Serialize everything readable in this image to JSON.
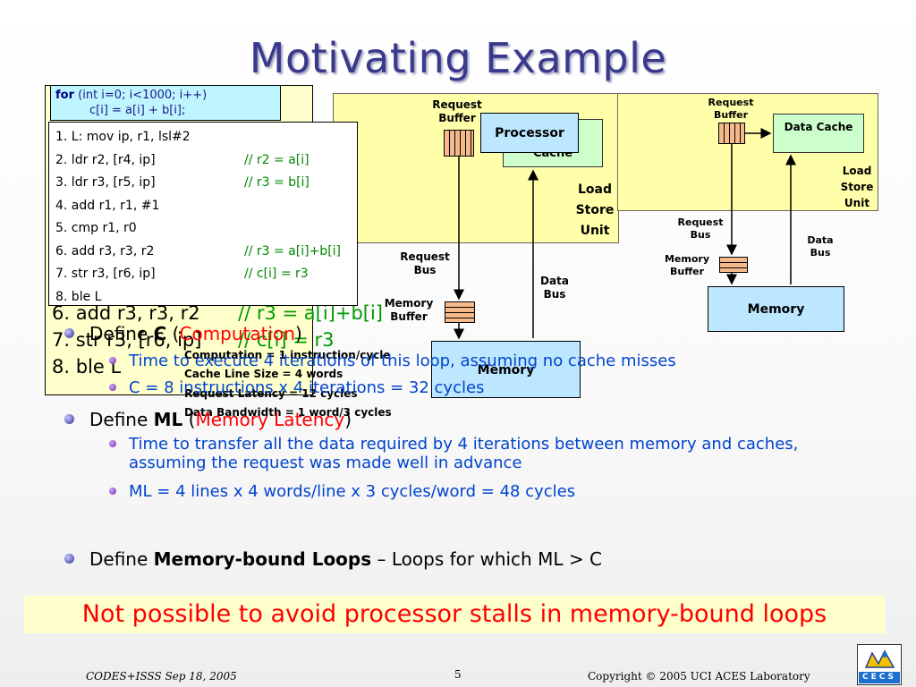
{
  "slide": {
    "title": "Motivating Example"
  },
  "code": {
    "for_kw": "for",
    "for_rest": "(int i=0; i<1000; i++)",
    "body": "c[i] = a[i] + b[i];"
  },
  "assembly": [
    {
      "instr": "1. L: mov ip, r1, lsl#2",
      "comment": ""
    },
    {
      "instr": "2. ldr r2, [r4, ip]",
      "comment": "// r2 = a[i]"
    },
    {
      "instr": "3. ldr r3, [r5, ip]",
      "comment": "// r3 = b[i]"
    },
    {
      "instr": "4. add r1, r1, #1",
      "comment": ""
    },
    {
      "instr": "5. cmp r1, r0",
      "comment": ""
    },
    {
      "instr": "6. add r3, r3, r2",
      "comment": "// r3 = a[i]+b[i]"
    },
    {
      "instr": "7. str r3, [r6, ip]",
      "comment": "// c[i] = r3"
    },
    {
      "instr": "8. ble L",
      "comment": ""
    }
  ],
  "ghost_code": [
    {
      "instr": "6. add r3, r3, r2",
      "comment": "// r3 = a[i]+b[i]"
    },
    {
      "instr": "7. str r3, [r6, ip]",
      "comment": "// c[i] = r3"
    },
    {
      "instr": "8. ble L",
      "comment": ""
    }
  ],
  "diagram1": {
    "request_buffer": "Request Buffer",
    "processor": "Processor",
    "cache": "Cache",
    "load_store_unit": "Load Store Unit",
    "request_bus": "Request Bus",
    "data_bus": "Data Bus",
    "memory_buffer": "Memory Buffer",
    "memory": "Memory"
  },
  "diagram2": {
    "request_buffer": "Request Buffer",
    "data_cache": "Data Cache",
    "load_store_unit": "Load Store Unit",
    "request_bus": "Request Bus",
    "data_bus": "Data Bus",
    "memory_buffer": "Memory Buffer",
    "memory": "Memory"
  },
  "overlay_notes": [
    "Computation = 1 instruction/cycle",
    "Cache Line Size = 4 words",
    "Request Latency = 12 cycles",
    "Data Bandwidth = 1 word/3 cycles"
  ],
  "bullets": {
    "b1_prefix": "Define ",
    "b1_bold": "C",
    "b1_open": " (",
    "b1_red": "Computation",
    "b1_close": ")",
    "b1_sub1": "Time to execute 4 iterations of this loop, assuming no cache misses",
    "b1_sub2": "C = 8 instructions x 4 iterations = 32 cycles",
    "b2_prefix": "Define ",
    "b2_bold": "ML",
    "b2_open": " (",
    "b2_red": "Memory Latency",
    "b2_close": ")",
    "b2_sub1": "Time to transfer all the data required by 4 iterations between memory and caches, assuming the request was made well in advance",
    "b2_sub2": "ML = 4 lines x 4 words/line x 3 cycles/word = 48 cycles",
    "b3_prefix": "Define ",
    "b3_bold": "Memory-bound Loops",
    "b3_rest": " – Loops for which ML > C"
  },
  "banner": "Not possible to avoid processor stalls in memory-bound loops",
  "footer": {
    "left": "CODES+ISSS  Sep 18, 2005",
    "page": "5",
    "right": "Copyright © 2005  UCI ACES Laboratory",
    "logo_text": "CECS"
  },
  "colors": {
    "title": "#3a3a8c",
    "code_header_bg": "#bff5ff",
    "panel_bg": "#ffffcc",
    "comment_green": "#008800",
    "bullet_blue": "#0044cc",
    "highlight_red": "#ff0000",
    "unit_yellow": "#ffffaa",
    "cache_green": "#ccffcc",
    "memory_blue": "#bde6ff",
    "buffer_orange": "#f6b98a"
  }
}
